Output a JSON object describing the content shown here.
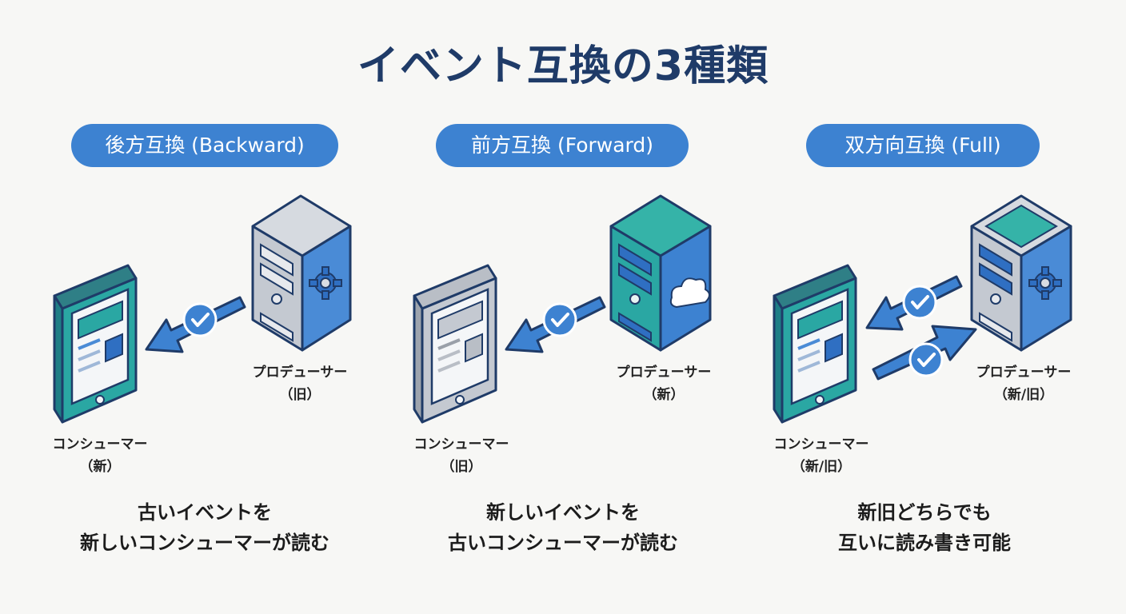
{
  "title": "イベント互換の3種類",
  "columns": [
    {
      "heading": "後方互換 (Backward)",
      "producer_label": "プロデューサー",
      "producer_version": "（旧）",
      "consumer_label": "コンシューマー",
      "consumer_version": "（新）",
      "description_line1": "古いイベントを",
      "description_line2": "新しいコンシューマーが読む"
    },
    {
      "heading": "前方互換 (Forward)",
      "producer_label": "プロデューサー",
      "producer_version": "（新）",
      "consumer_label": "コンシューマー",
      "consumer_version": "（旧）",
      "description_line1": "新しいイベントを",
      "description_line2": "古いコンシューマーが読む"
    },
    {
      "heading": "双方向互換 (Full)",
      "producer_label": "プロデューサー",
      "producer_version": "（新/旧）",
      "consumer_label": "コンシューマー",
      "consumer_version": "（新/旧）",
      "description_line1": "新旧どちらでも",
      "description_line2": "互いに読み書き可能"
    }
  ]
}
